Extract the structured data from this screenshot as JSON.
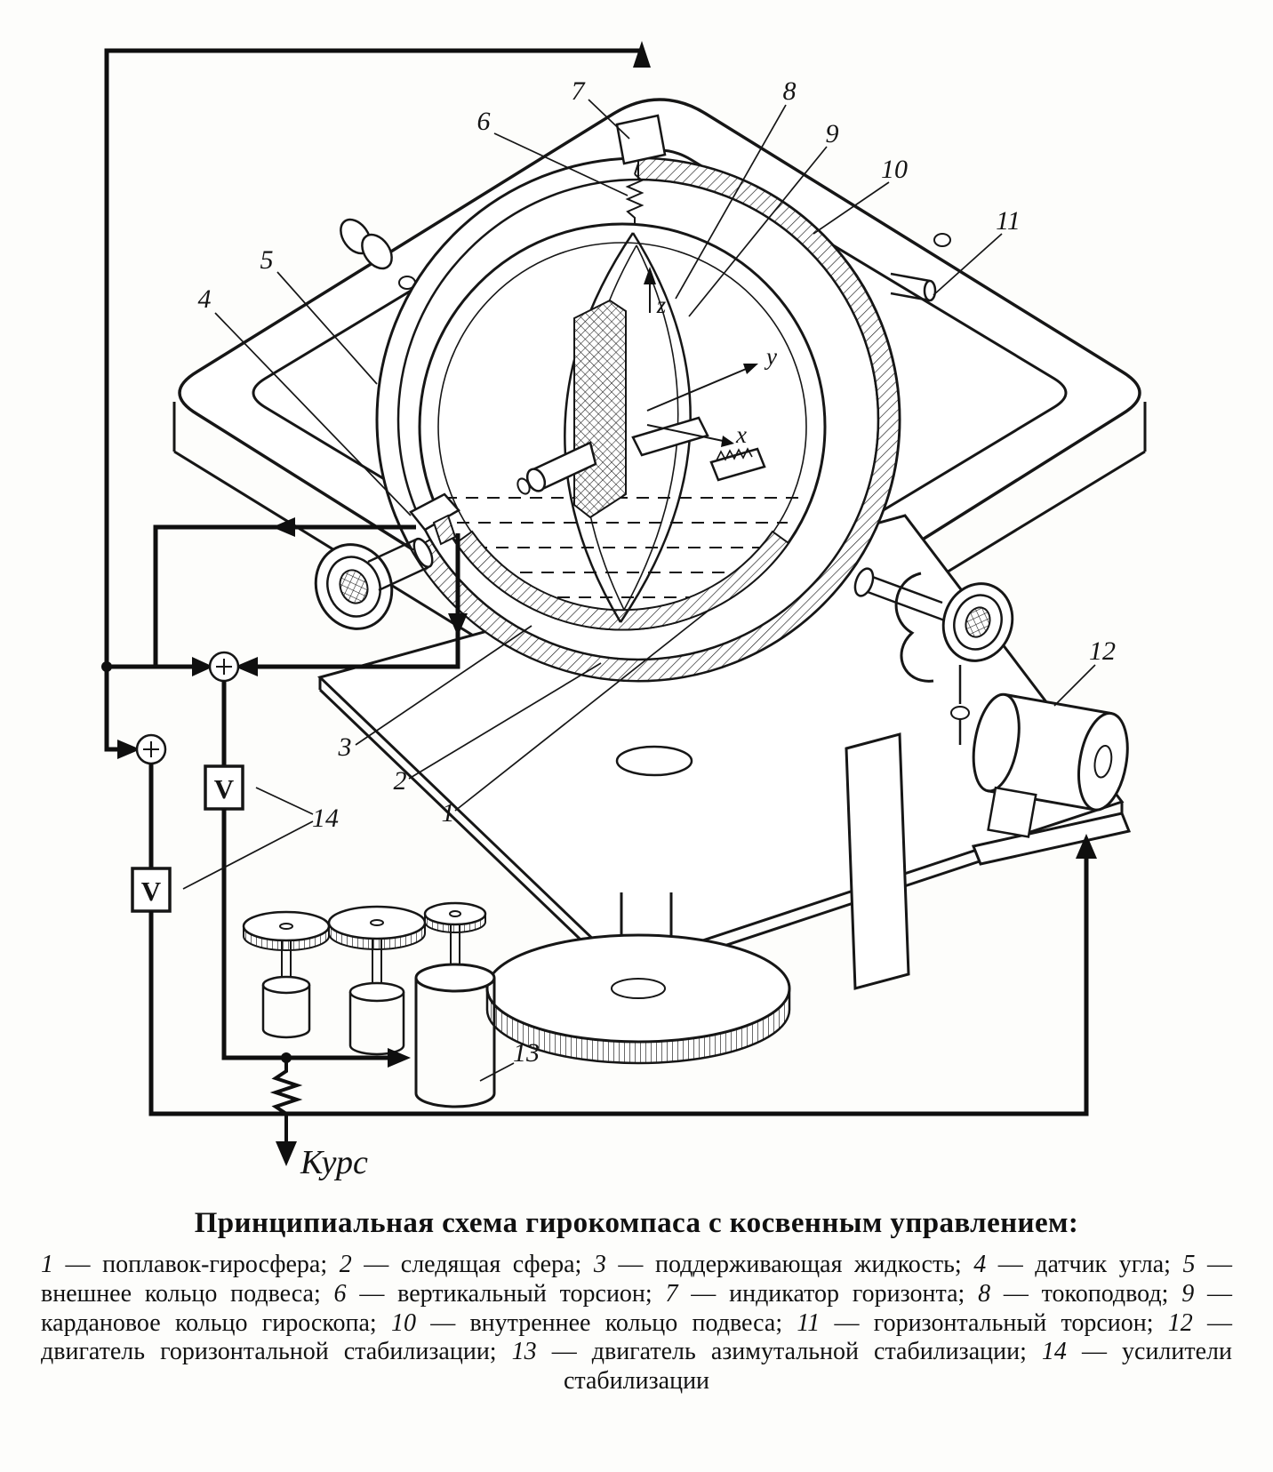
{
  "figure": {
    "callouts": [
      "1",
      "2",
      "3",
      "4",
      "5",
      "6",
      "7",
      "8",
      "9",
      "10",
      "11",
      "12",
      "13",
      "14"
    ],
    "axes": {
      "x": "x",
      "y": "y",
      "z": "z"
    },
    "course_label": "Курс",
    "amplifier_label": "V"
  },
  "caption": {
    "title": "Принципиальная схема гирокомпаса с косвенным управлением:",
    "items": [
      {
        "n": "1",
        "t": "— поплавок-гиросфера;"
      },
      {
        "n": "2",
        "t": "— следящая сфера;"
      },
      {
        "n": "3",
        "t": "— поддерживающая жидкость;"
      },
      {
        "n": "4",
        "t": "— датчик угла;"
      },
      {
        "n": "5",
        "t": "— внешнее кольцо подвеса;"
      },
      {
        "n": "6",
        "t": "— вертикальный торсион;"
      },
      {
        "n": "7",
        "t": "— индикатор горизонта;"
      },
      {
        "n": "8",
        "t": "— токоподвод;"
      },
      {
        "n": "9",
        "t": "— кардановое кольцо гироскопа;"
      },
      {
        "n": "10",
        "t": "— внутреннее кольцо подвеса;"
      },
      {
        "n": "11",
        "t": "— горизонтальный торсион;"
      },
      {
        "n": "12",
        "t": "— двигатель горизонтальной стабилизации;"
      },
      {
        "n": "13",
        "t": "— двигатель азимутальной стабилизации;"
      },
      {
        "n": "14",
        "t": "— усилители стабилизации"
      }
    ]
  }
}
